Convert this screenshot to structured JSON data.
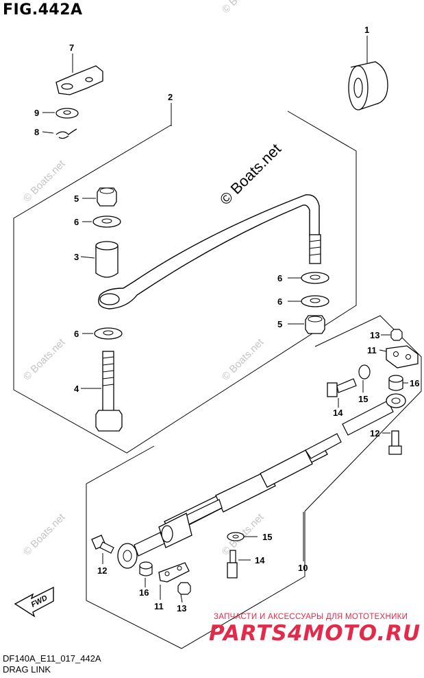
{
  "figure_title": "FIG.442A",
  "drawing_code": "DF140A_E11_017_442A",
  "caption": "DRAG LINK",
  "watermark": "© Boats.net",
  "forward_arrow_label": "FWD",
  "shop_tagline": "ЗАПЧАСТИ И АКСЕССУАРЫ ДЛЯ МОТОТЕХНИКИ",
  "shop_logo": "PARTS4MOTO.RU",
  "callouts": {
    "c1": "1",
    "c2": "2",
    "c3": "3",
    "c4": "4",
    "c5a": "5",
    "c5b": "5",
    "c6a": "6",
    "c6b": "6",
    "c6c": "6",
    "c6d": "6",
    "c7": "7",
    "c8": "8",
    "c9": "9",
    "c10": "10",
    "c11a": "11",
    "c11b": "11",
    "c12a": "12",
    "c12b": "12",
    "c13a": "13",
    "c13b": "13",
    "c14a": "14",
    "c14b": "14",
    "c15a": "15",
    "c15b": "15",
    "c16a": "16",
    "c16b": "16"
  }
}
